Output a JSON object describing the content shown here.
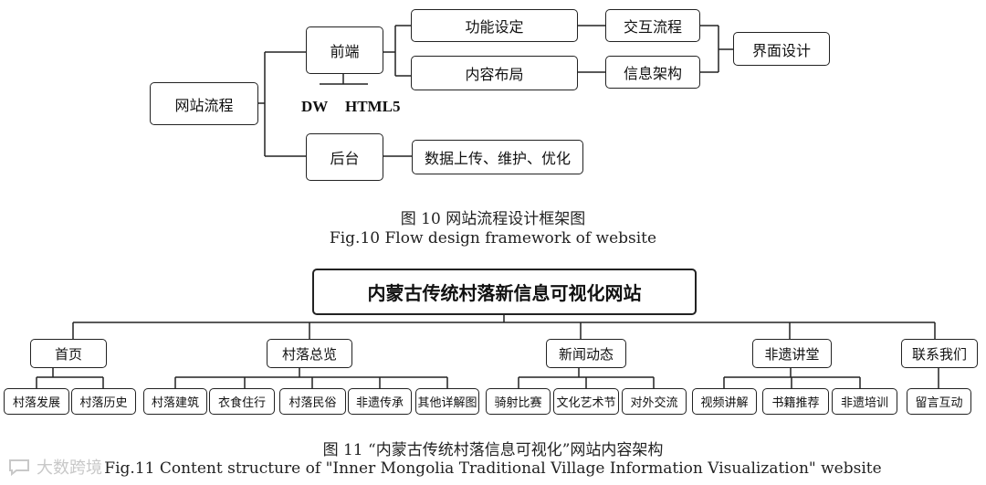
{
  "fig10": {
    "root": "网站流程",
    "frontend": "前端",
    "backend": "后台",
    "tools": [
      "DW",
      "HTML5"
    ],
    "func": "功能设定",
    "layout": "内容布局",
    "interaction": "交互流程",
    "info_arch": "信息架构",
    "ui_design": "界面设计",
    "backend_tasks": "数据上传、维护、优化",
    "caption_cn": "图 10    网站流程设计框架图",
    "caption_en": "Fig.10 Flow design framework of website"
  },
  "fig11": {
    "root": "内蒙古传统村落新信息可视化网站",
    "sections": [
      {
        "label": "首页",
        "children": [
          "村落发展",
          "村落历史"
        ]
      },
      {
        "label": "村落总览",
        "children": [
          "村落建筑",
          "衣食住行",
          "村落民俗",
          "非遗传承",
          "其他详解图"
        ]
      },
      {
        "label": "新闻动态",
        "children": [
          "骑射比赛",
          "文化艺术节",
          "对外交流"
        ]
      },
      {
        "label": "非遗讲堂",
        "children": [
          "视频讲解",
          "书籍推荐",
          "非遗培训"
        ]
      },
      {
        "label": "联系我们",
        "children": [
          "留言互动"
        ]
      }
    ],
    "caption_cn": "图 11  “内蒙古传统村落信息可视化”网站内容架构",
    "caption_en": "Fig.11 Content structure of \"Inner Mongolia Traditional Village Information Visualization\" website"
  },
  "watermark": "大数跨境",
  "icons": {
    "watermark_logo": "speech-bubble-logo"
  }
}
